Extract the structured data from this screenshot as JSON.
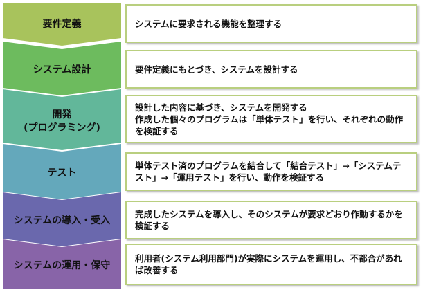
{
  "stages": [
    {
      "label": "要件定義",
      "description": "システムに要求される機能を整理する",
      "color": "#a8c35c"
    },
    {
      "label": "システム設計",
      "description": "要件定義にもとづき、システムを設計する",
      "color": "#6dbb5e"
    },
    {
      "label": "開発\n(プログラミング)",
      "description": "設計した内容に基づき、システムを開発する\n作成した個々のプログラムは「単体テスト」を行い、それぞれの動作を検証する",
      "color": "#62b79a"
    },
    {
      "label": "テスト",
      "description": "単体テスト済のプログラムを結合して「結合テスト」→「システムテスト」→「運用テスト」を行い、動作を検証する",
      "color": "#64a8bb"
    },
    {
      "label": "システムの導入・受入",
      "description": "完成したシステムを導入し、そのシステムが要求どおり作動するかを検証する",
      "color": "#6a68ad"
    },
    {
      "label": "システムの運用・保守",
      "description": "利用者(システム利用部門)が実際にシステムを運用し、不都合があれば改善する",
      "color": "#8864a8"
    }
  ]
}
